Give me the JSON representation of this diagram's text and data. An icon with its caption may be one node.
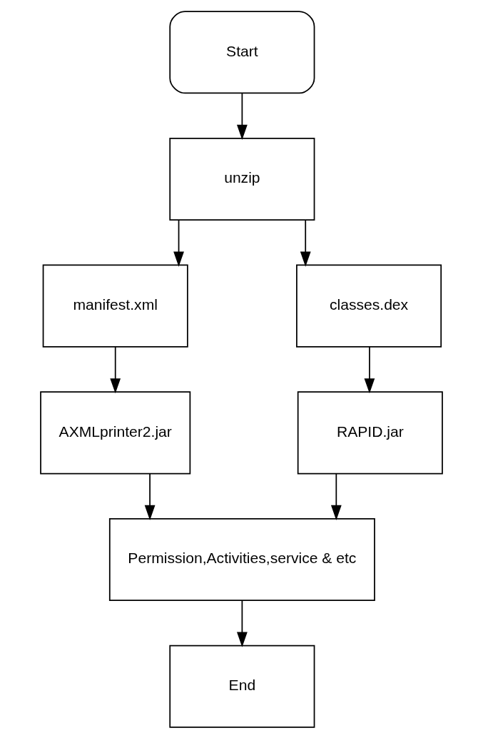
{
  "diagram": {
    "nodes": [
      {
        "text": [
          "Start"
        ]
      },
      {
        "text": [
          "unzip"
        ]
      },
      {
        "text": [
          "manifest.xml"
        ]
      },
      {
        "text": [
          "classes.dex"
        ]
      },
      {
        "text": [
          "AXMLprinter2.jar"
        ]
      },
      {
        "text": [
          "RAPID.jar"
        ]
      },
      {
        "text": [
          "Permission,Activities,service & etc"
        ]
      },
      {
        "text": [
          "End"
        ]
      }
    ],
    "edges": [
      {
        "from": 0,
        "to": 1,
        "arrow": "to"
      },
      {
        "from": 1,
        "to": 2,
        "arrow": "to"
      },
      {
        "from": 1,
        "to": 3,
        "arrow": "to"
      },
      {
        "from": 2,
        "to": 4,
        "arrow": "to"
      },
      {
        "from": 3,
        "to": 5,
        "arrow": "to"
      },
      {
        "from": 4,
        "to": 6,
        "arrow": "to"
      },
      {
        "from": 5,
        "to": 6,
        "arrow": "to"
      },
      {
        "from": 6,
        "to": 7,
        "arrow": "to"
      }
    ]
  }
}
